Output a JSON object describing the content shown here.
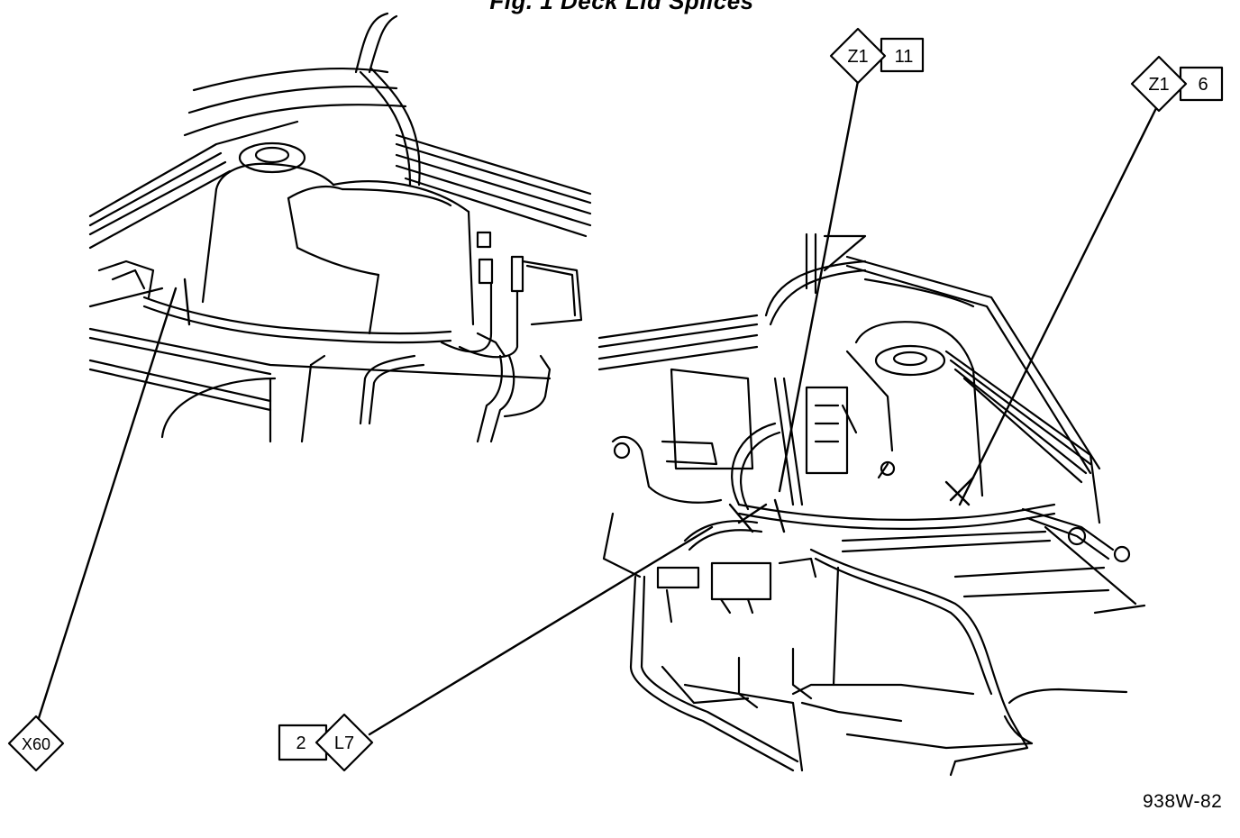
{
  "title": "Fig. 1 Deck Lid Splices",
  "figure_id": "938W-82",
  "callouts": [
    {
      "id": "Z1-11",
      "diamond": "Z1",
      "box": "11"
    },
    {
      "id": "Z1-6",
      "diamond": "Z1",
      "box": "6"
    },
    {
      "id": "X60",
      "diamond": "X60"
    },
    {
      "id": "2-L7",
      "box": "2",
      "diamond": "L7"
    }
  ]
}
